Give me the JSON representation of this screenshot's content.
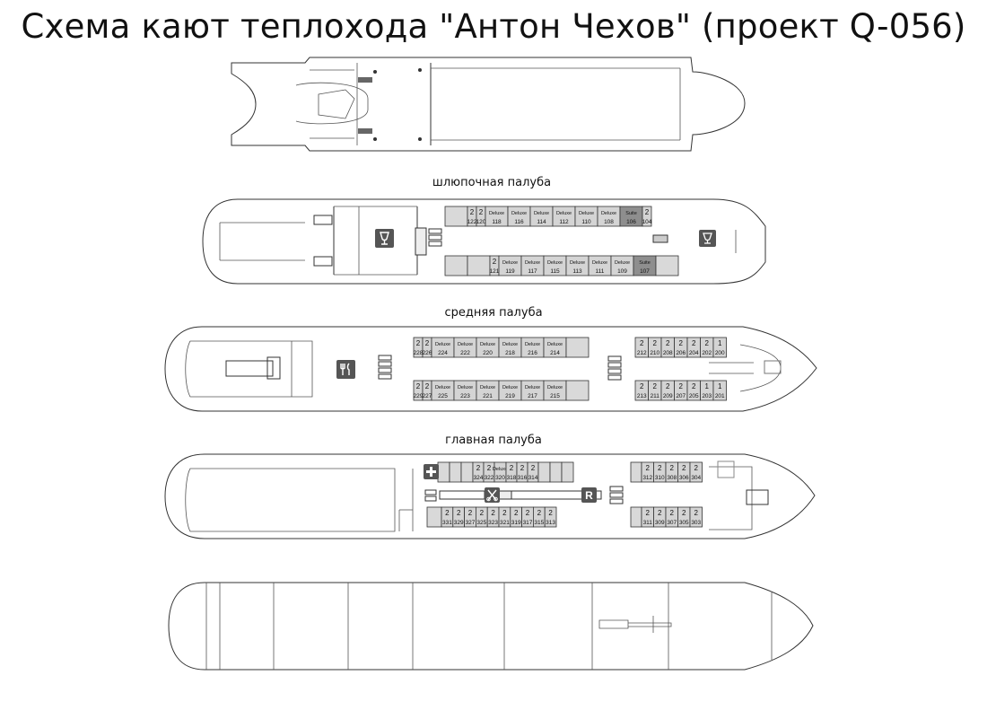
{
  "title": "Схема кают теплохода \"Антон Чехов\" (проект Q-056)",
  "decks": {
    "boat": {
      "label": "шлюпочная палуба",
      "top_row": [
        {
          "type": "",
          "num": ""
        },
        {
          "type": "2",
          "num": "122"
        },
        {
          "type": "2",
          "num": "120"
        },
        {
          "type": "Deluxe",
          "num": "118"
        },
        {
          "type": "Deluxe",
          "num": "116"
        },
        {
          "type": "Deluxe",
          "num": "114"
        },
        {
          "type": "Deluxe",
          "num": "112"
        },
        {
          "type": "Deluxe",
          "num": "110"
        },
        {
          "type": "Deluxe",
          "num": "108"
        },
        {
          "type": "Suite",
          "num": "106"
        },
        {
          "type": "2",
          "num": "104"
        }
      ],
      "bottom_row": [
        {
          "type": "",
          "num": ""
        },
        {
          "type": "",
          "num": ""
        },
        {
          "type": "2",
          "num": "121"
        },
        {
          "type": "Deluxe",
          "num": "119"
        },
        {
          "type": "Deluxe",
          "num": "117"
        },
        {
          "type": "Deluxe",
          "num": "115"
        },
        {
          "type": "Deluxe",
          "num": "113"
        },
        {
          "type": "Deluxe",
          "num": "111"
        },
        {
          "type": "Deluxe",
          "num": "109"
        },
        {
          "type": "Suite",
          "num": "107"
        },
        {
          "type": "",
          "num": ""
        }
      ]
    },
    "middle": {
      "label": "средняя палуба",
      "aft_top": [
        {
          "type": "2",
          "num": "228"
        },
        {
          "type": "2",
          "num": "226"
        },
        {
          "type": "Deluxe",
          "num": "224"
        },
        {
          "type": "Deluxe",
          "num": "222"
        },
        {
          "type": "Deluxe",
          "num": "220"
        },
        {
          "type": "Deluxe",
          "num": "218"
        },
        {
          "type": "Deluxe",
          "num": "216"
        },
        {
          "type": "Deluxe",
          "num": "214"
        },
        {
          "type": "",
          "num": ""
        }
      ],
      "aft_bottom": [
        {
          "type": "2",
          "num": "229"
        },
        {
          "type": "2",
          "num": "227"
        },
        {
          "type": "Deluxe",
          "num": "225"
        },
        {
          "type": "Deluxe",
          "num": "223"
        },
        {
          "type": "Deluxe",
          "num": "221"
        },
        {
          "type": "Deluxe",
          "num": "219"
        },
        {
          "type": "Deluxe",
          "num": "217"
        },
        {
          "type": "Deluxe",
          "num": "215"
        },
        {
          "type": "",
          "num": ""
        }
      ],
      "fwd_top": [
        {
          "type": "2",
          "num": "212"
        },
        {
          "type": "2",
          "num": "210"
        },
        {
          "type": "2",
          "num": "208"
        },
        {
          "type": "2",
          "num": "206"
        },
        {
          "type": "2",
          "num": "204"
        },
        {
          "type": "2",
          "num": "202"
        },
        {
          "type": "1",
          "num": "200"
        }
      ],
      "fwd_bottom": [
        {
          "type": "2",
          "num": "213"
        },
        {
          "type": "2",
          "num": "211"
        },
        {
          "type": "2",
          "num": "209"
        },
        {
          "type": "2",
          "num": "207"
        },
        {
          "type": "2",
          "num": "205"
        },
        {
          "type": "1",
          "num": "203"
        },
        {
          "type": "1",
          "num": "201"
        }
      ]
    },
    "main": {
      "label": "главная палуба",
      "aft_top": [
        {
          "type": "",
          "num": ""
        },
        {
          "type": "",
          "num": ""
        },
        {
          "type": "",
          "num": ""
        },
        {
          "type": "2",
          "num": "324"
        },
        {
          "type": "2",
          "num": "322"
        },
        {
          "type": "Deluxe",
          "num": "320"
        },
        {
          "type": "2",
          "num": "318"
        },
        {
          "type": "2",
          "num": "316"
        },
        {
          "type": "2",
          "num": "314"
        },
        {
          "type": "",
          "num": ""
        },
        {
          "type": "",
          "num": ""
        },
        {
          "type": "",
          "num": ""
        }
      ],
      "aft_bottom": [
        {
          "type": "",
          "num": ""
        },
        {
          "type": "2",
          "num": "331"
        },
        {
          "type": "2",
          "num": "329"
        },
        {
          "type": "2",
          "num": "327"
        },
        {
          "type": "2",
          "num": "325"
        },
        {
          "type": "2",
          "num": "323"
        },
        {
          "type": "2",
          "num": "321"
        },
        {
          "type": "2",
          "num": "319"
        },
        {
          "type": "2",
          "num": "317"
        },
        {
          "type": "2",
          "num": "315"
        },
        {
          "type": "2",
          "num": "313"
        }
      ],
      "fwd_top": [
        {
          "type": "",
          "num": ""
        },
        {
          "type": "2",
          "num": "312"
        },
        {
          "type": "2",
          "num": "310"
        },
        {
          "type": "2",
          "num": "308"
        },
        {
          "type": "2",
          "num": "306"
        },
        {
          "type": "2",
          "num": "304"
        }
      ],
      "fwd_bottom": [
        {
          "type": "",
          "num": ""
        },
        {
          "type": "2",
          "num": "311"
        },
        {
          "type": "2",
          "num": "309"
        },
        {
          "type": "2",
          "num": "307"
        },
        {
          "type": "2",
          "num": "305"
        },
        {
          "type": "2",
          "num": "303"
        }
      ]
    }
  },
  "icons": {
    "bar": "wine-glass-icon",
    "restaurant": "fork-knife-icon",
    "medical": "medical-cross-icon",
    "hairdresser": "scissors-icon",
    "reception": "reception-icon",
    "reception_letter": "R"
  },
  "colors": {
    "cabin": "#d4d4d4",
    "suite": "#8e8e8e",
    "icon_bg": "#555555"
  }
}
